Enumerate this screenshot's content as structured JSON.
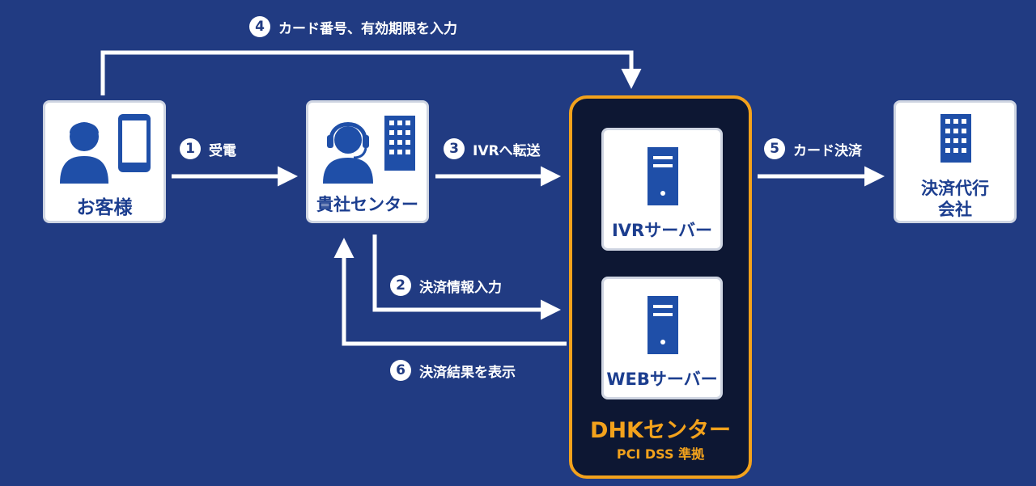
{
  "colors": {
    "background": "#213b82",
    "icon_blue": "#1f4fa8",
    "label_blue": "#1c3e8f",
    "dhk_orange": "#f3a21c",
    "dhk_bg": "#0d1733"
  },
  "nodes": {
    "customer": {
      "label": "お客様",
      "icons": [
        "person-icon",
        "smartphone-icon"
      ]
    },
    "company": {
      "label": "貴社センター",
      "icons": [
        "operator-headset-icon",
        "building-icon"
      ]
    },
    "ivr": {
      "label": "IVRサーバー",
      "icons": [
        "server-icon"
      ]
    },
    "web": {
      "label": "WEBサーバー",
      "icons": [
        "server-icon"
      ]
    },
    "agent": {
      "label_line1": "決済代行",
      "label_line2": "会社",
      "icons": [
        "building-icon"
      ]
    },
    "dhk": {
      "title": "DHKセンター",
      "subtitle": "PCI DSS 準拠"
    }
  },
  "steps": [
    {
      "num": "1",
      "label": "受電"
    },
    {
      "num": "2",
      "label": "決済情報入力"
    },
    {
      "num": "3",
      "label": "IVRへ転送"
    },
    {
      "num": "4",
      "label": "カード番号、有効期限を入力"
    },
    {
      "num": "5",
      "label": "カード決済"
    },
    {
      "num": "6",
      "label": "決済結果を表示"
    }
  ]
}
